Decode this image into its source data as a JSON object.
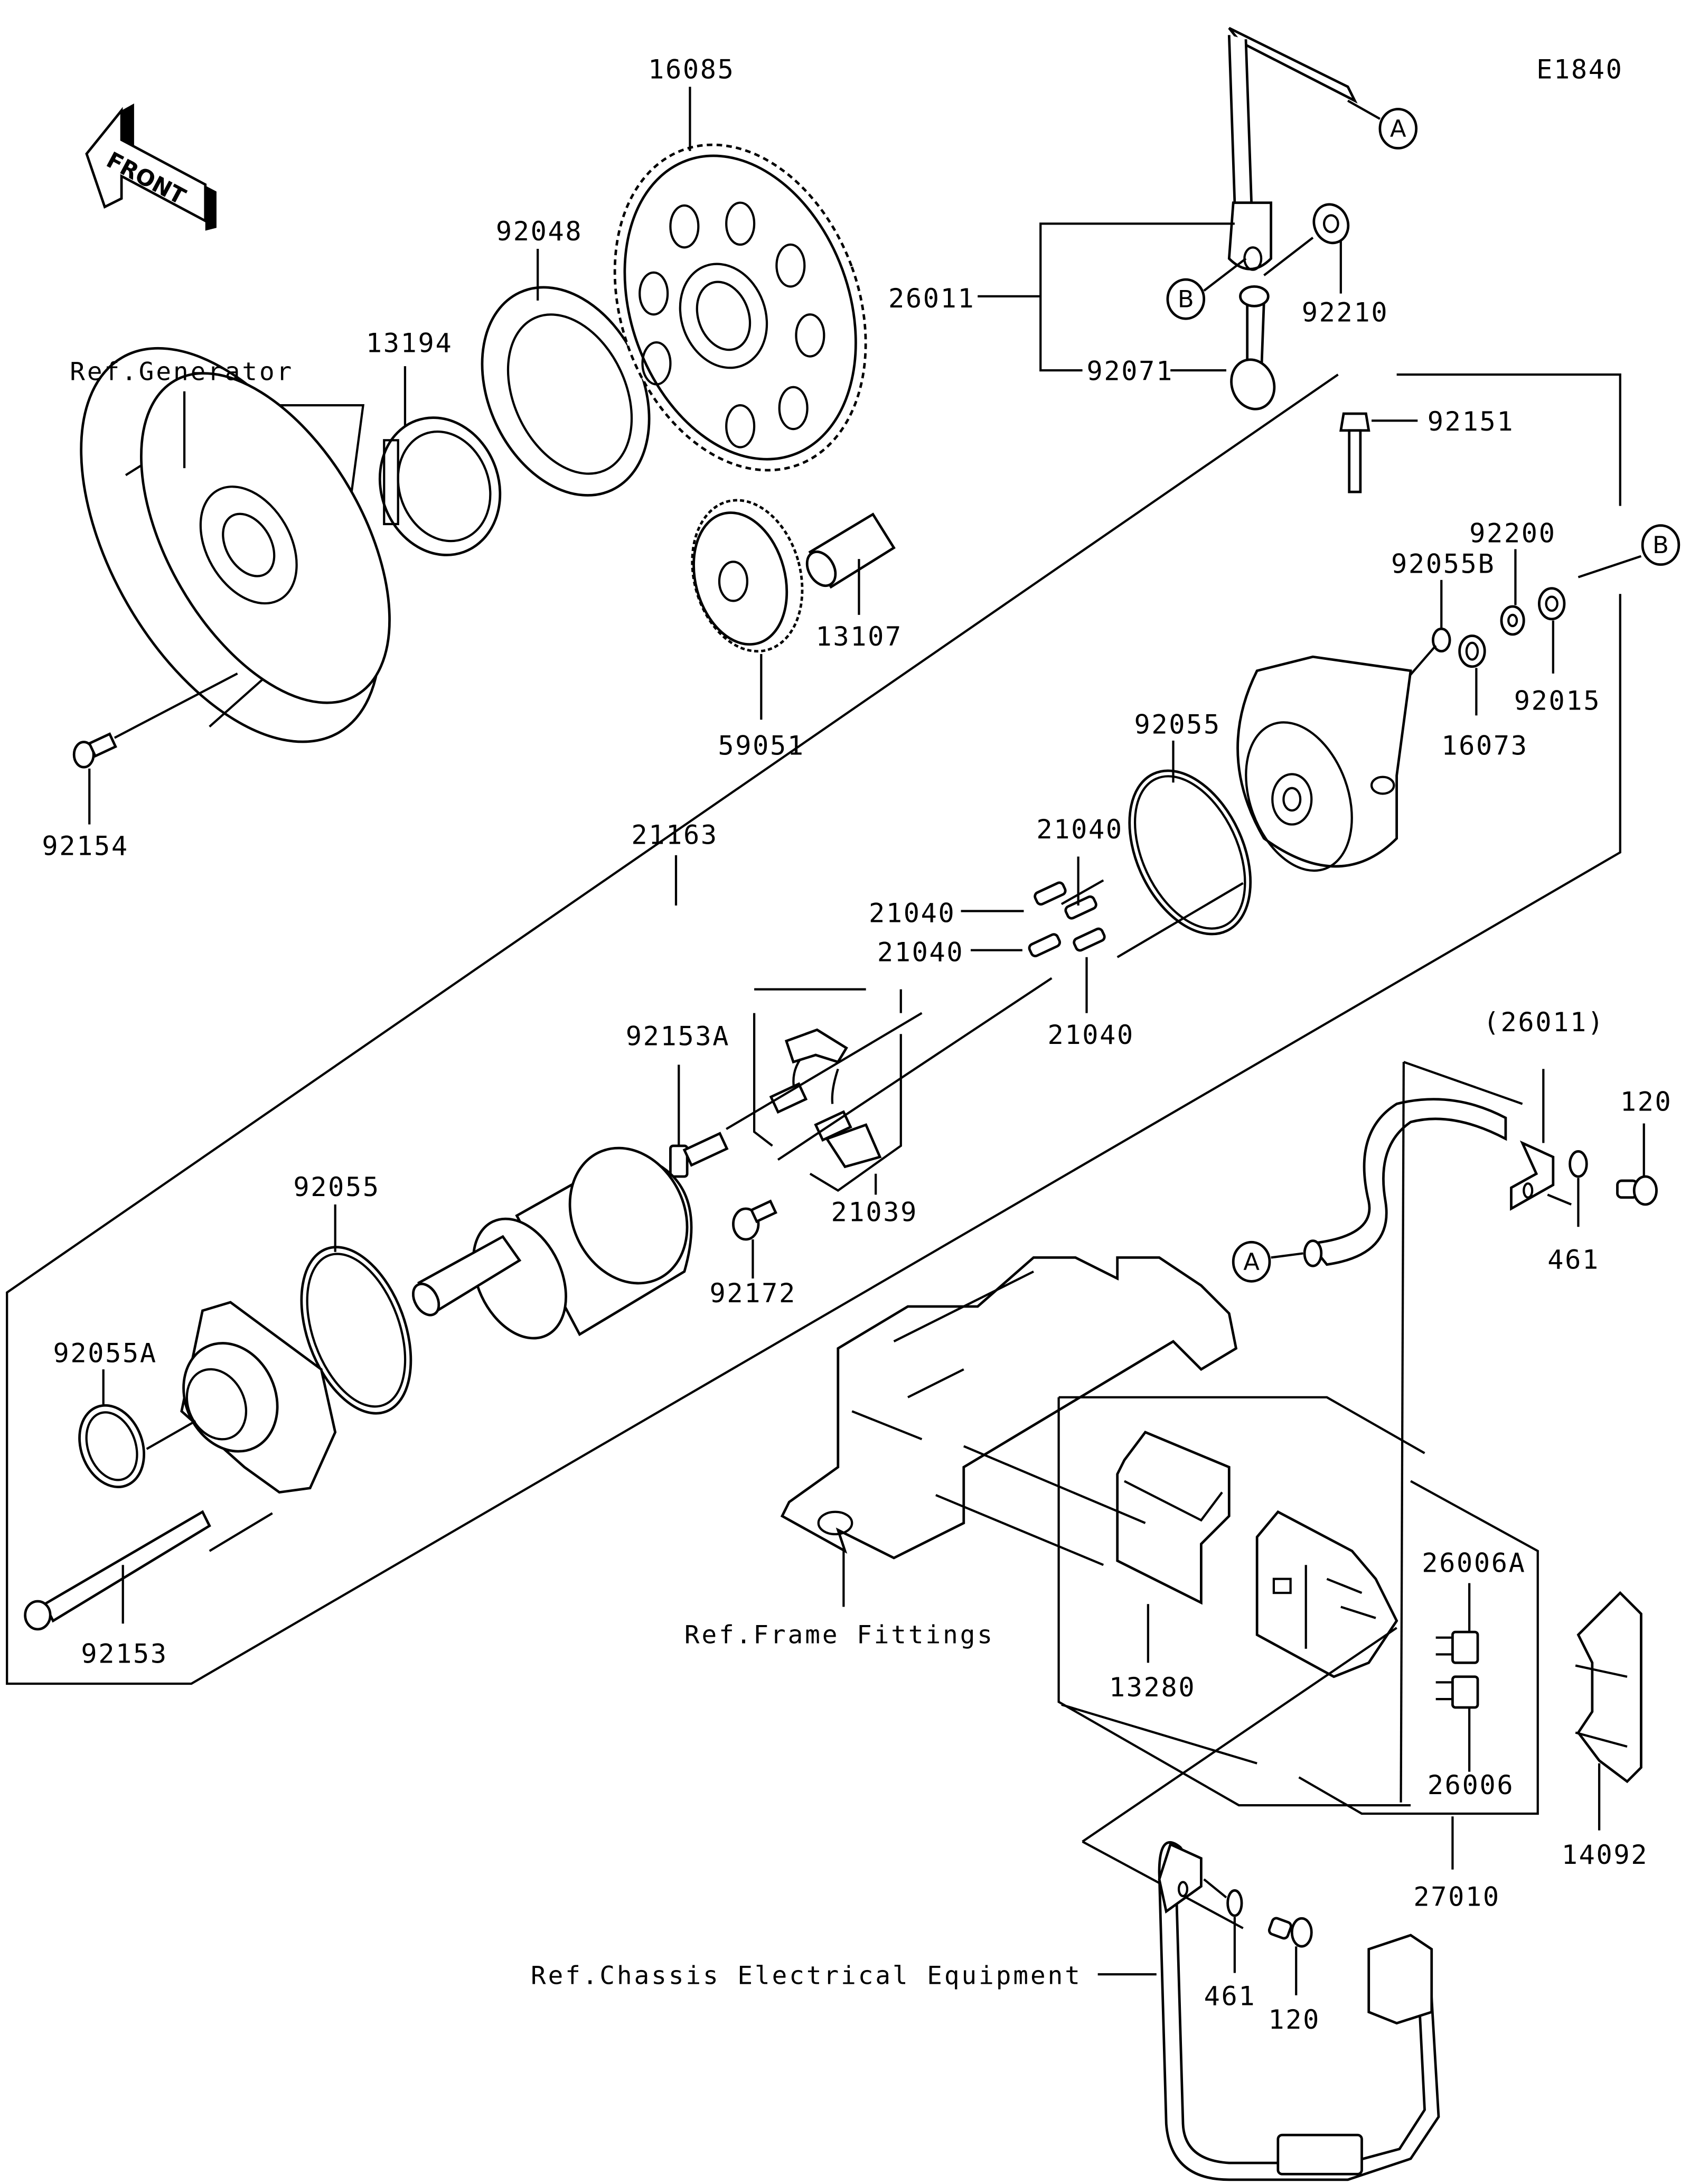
{
  "diagram": {
    "code": "E1840",
    "front_arrow": "FRONT",
    "references": {
      "generator": "Ref.Generator",
      "frame_fittings": "Ref.Frame Fittings",
      "chassis_electrical": "Ref.Chassis Electrical Equipment"
    },
    "connectors": [
      "A",
      "B"
    ],
    "parts": {
      "p16085": "16085",
      "p92048": "92048",
      "p13194": "13194",
      "p26011": "26011",
      "p92071": "92071",
      "p92210": "92210",
      "p92151": "92151",
      "p13107": "13107",
      "p59051": "59051",
      "p92154": "92154",
      "p92200": "92200",
      "p92055B": "92055B",
      "p92015": "92015",
      "p16073": "16073",
      "p92055_upper": "92055",
      "p21163": "21163",
      "p21040_a": "21040",
      "p21040_b": "21040",
      "p21040_c": "21040",
      "p21040_d": "21040",
      "p92153A": "92153A",
      "p21039": "21039",
      "p92172": "92172",
      "p26011_ref": "(26011)",
      "p120_upper": "120",
      "p461_upper": "461",
      "p92055_lower": "92055",
      "p92055A": "92055A",
      "p92153": "92153",
      "p13280": "13280",
      "p26006A": "26006A",
      "p26006": "26006",
      "p14092": "14092",
      "p27010": "27010",
      "p461_lower": "461",
      "p120_lower": "120"
    }
  }
}
